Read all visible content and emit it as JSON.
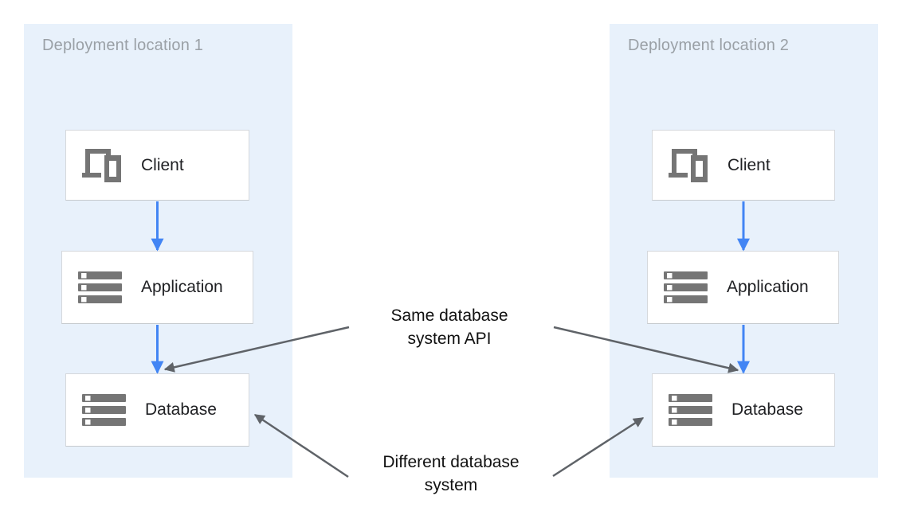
{
  "panels": [
    {
      "title": "Deployment location 1",
      "nodes": [
        {
          "label": "Client",
          "icon": "devices-icon"
        },
        {
          "label": "Application",
          "icon": "storage-icon"
        },
        {
          "label": "Database",
          "icon": "storage-icon"
        }
      ]
    },
    {
      "title": "Deployment location 2",
      "nodes": [
        {
          "label": "Client",
          "icon": "devices-icon"
        },
        {
          "label": "Application",
          "icon": "storage-icon"
        },
        {
          "label": "Database",
          "icon": "storage-icon"
        }
      ]
    }
  ],
  "annotations": [
    {
      "line1": "Same database",
      "line2": "system API"
    },
    {
      "line1": "Different database",
      "line2": "system"
    }
  ],
  "colors": {
    "panel_bg": "#e8f1fb",
    "flow_arrow_blue": "#4285f4",
    "annotation_line_gray": "#5f6368",
    "icon_gray": "#757575",
    "panel_title_gray": "#9aa0a6",
    "node_border": "#d5d8dc",
    "node_text": "#202124"
  }
}
